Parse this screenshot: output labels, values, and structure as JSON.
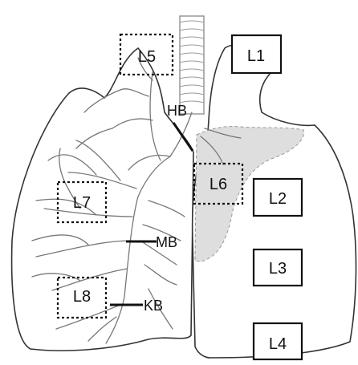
{
  "diagram": {
    "boxes": {
      "L1": "L1",
      "L2": "L2",
      "L3": "L3",
      "L4": "L4",
      "L5": "L5",
      "L6": "L6",
      "L7": "L7",
      "L8": "L8"
    },
    "pointers": {
      "HB": "HB",
      "MB": "MB",
      "KB": "KB"
    }
  }
}
